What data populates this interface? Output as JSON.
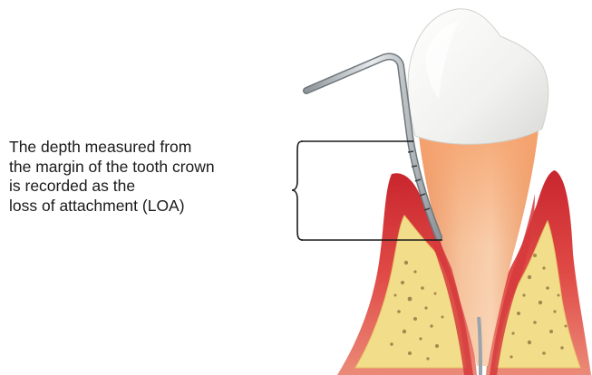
{
  "caption": {
    "lines": [
      "The depth measured from",
      "the margin of the tooth crown",
      "is recorded as the",
      "loss of attachment (LOA)"
    ]
  },
  "colors": {
    "crown": "#f4f4f2",
    "root": "#f2b98e",
    "gum": "#d8383a",
    "bone": "#f2de8a",
    "probe": "#c9cdd0",
    "bracket": "#1a1a1a"
  },
  "icons": {
    "instrument": "periodontal-probe-icon",
    "anatomy": "tooth-cross-section-illustration"
  }
}
